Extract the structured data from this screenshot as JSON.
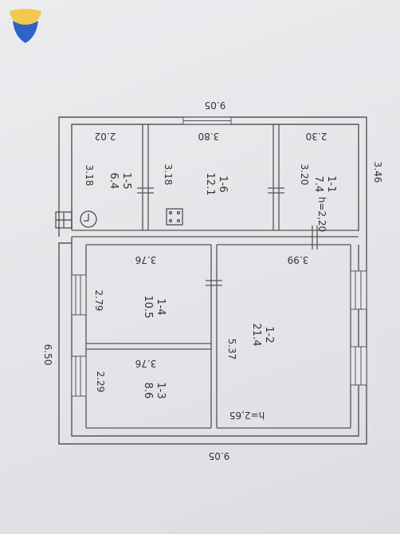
{
  "dims": {
    "top_width": "9.05",
    "bottom_width": "9.05",
    "left_height": "6.50",
    "right_height": "3.46"
  },
  "rooms": [
    {
      "id": "1-1",
      "area": "7.4",
      "width": "2.30",
      "height": "3.20"
    },
    {
      "id": "1-6",
      "area": "12.1",
      "width": "3.80",
      "height": "3.18"
    },
    {
      "id": "1-5",
      "area": "6.4",
      "width": "2.02",
      "height": "3.18"
    },
    {
      "id": "1-2",
      "area": "21.4",
      "width": "3.99",
      "height": "5.37"
    },
    {
      "id": "1-4",
      "area": "10.5",
      "width": "3.76",
      "height": "2.79"
    },
    {
      "id": "1-3",
      "area": "8.6",
      "width": "3.76",
      "height": "2.29"
    }
  ],
  "ceiling": {
    "upper": "h=2,20",
    "lower": "h=2,65"
  },
  "logo_colors": {
    "top": "#f2c94c",
    "bottom": "#2f63c8"
  }
}
